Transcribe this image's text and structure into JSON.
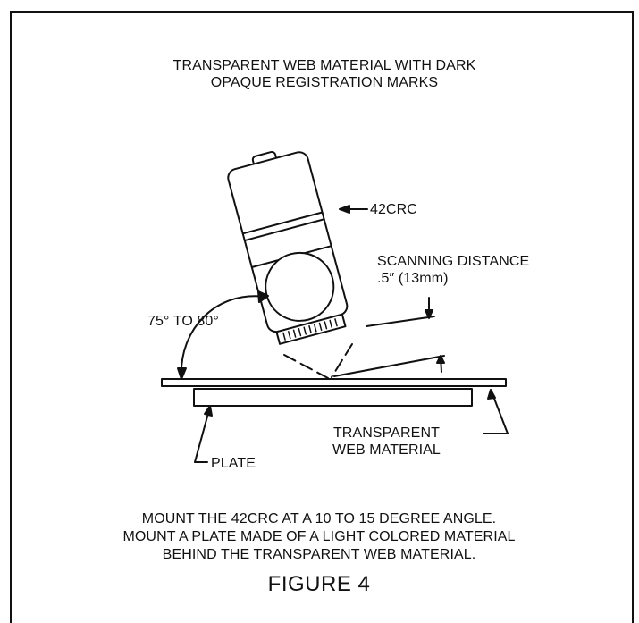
{
  "title_lines": [
    "TRANSPARENT WEB MATERIAL WITH DARK",
    "OPAQUE REGISTRATION MARKS"
  ],
  "labels": {
    "sensor": "42CRC",
    "scanning_distance_lines": [
      "SCANNING DISTANCE",
      ".5″ (13mm)"
    ],
    "angle": "75° TO 80°",
    "web_material_lines": [
      "TRANSPARENT",
      "WEB MATERIAL"
    ],
    "plate": "PLATE"
  },
  "caption_lines": [
    "MOUNT THE 42CRC AT A 10 TO 15 DEGREE ANGLE.",
    "MOUNT A PLATE MADE OF A LIGHT COLORED MATERIAL",
    "BEHIND THE TRANSPARENT WEB MATERIAL."
  ],
  "figure_label": "FIGURE 4",
  "colors": {
    "ink": "#111111",
    "background": "#ffffff"
  }
}
